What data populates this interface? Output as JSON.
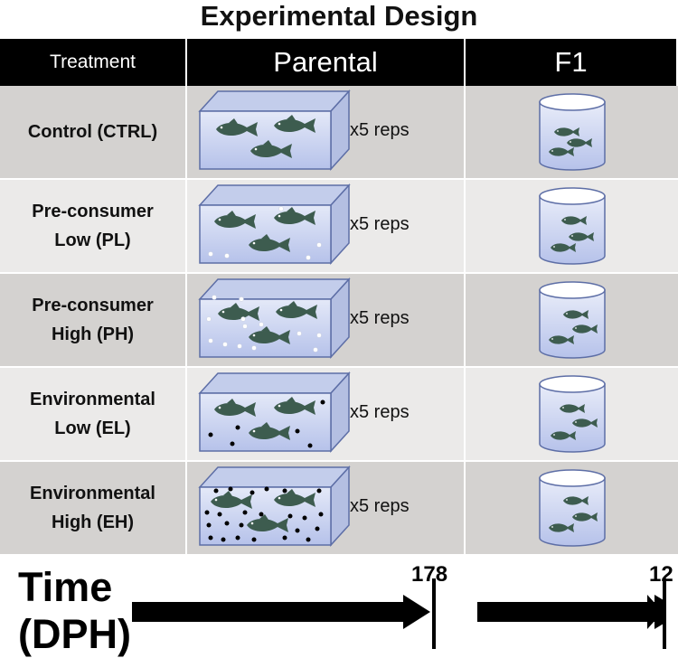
{
  "title": "Experimental Design",
  "headers": {
    "treatment": "Treatment",
    "parental": "Parental",
    "f1": "F1"
  },
  "rows": [
    {
      "line1": "Control (CTRL)",
      "line2": "",
      "reps": "x5 reps"
    },
    {
      "line1": "Pre-consumer",
      "line2": "Low (PL)",
      "reps": "x5 reps"
    },
    {
      "line1": "Pre-consumer",
      "line2": "High (PH)",
      "reps": "x5 reps"
    },
    {
      "line1": "Environmental",
      "line2": "Low (EL)",
      "reps": "x5 reps"
    },
    {
      "line1": "Environmental",
      "line2": "High (EH)",
      "reps": "x5 reps"
    }
  ],
  "timeline": {
    "label_line1": "Time",
    "label_line2": "(DPH)",
    "parental_end": "178",
    "f1_end": "12"
  },
  "colors": {
    "header_bg": "#000000",
    "row_dark": "#d4d2d0",
    "row_light": "#ebeae9",
    "fish": "#3d5c4f",
    "tank_fill": "#c9d3f0",
    "tank_stroke": "#5d6ea6",
    "white_particles": "#ffffff",
    "black_particles": "#000000"
  }
}
